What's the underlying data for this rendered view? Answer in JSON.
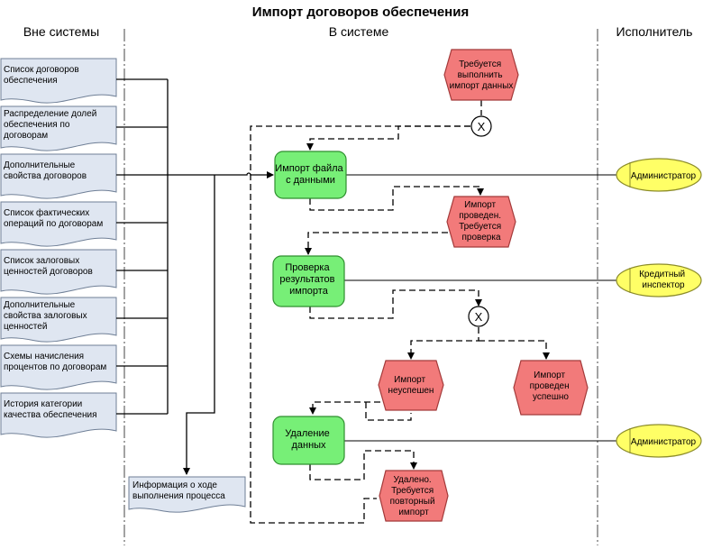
{
  "title": "Импорт договоров обеспечения",
  "lanes": {
    "outside": "Вне системы",
    "inside": "В системе",
    "executor": "Исполнитель"
  },
  "documents": [
    {
      "lines": [
        "Список договоров",
        "обеспечения"
      ]
    },
    {
      "lines": [
        "Распределение долей",
        "обеспечения по",
        "договорам"
      ]
    },
    {
      "lines": [
        "Дополнительные",
        "свойства договоров"
      ]
    },
    {
      "lines": [
        "Список фактических",
        "операций по договорам"
      ]
    },
    {
      "lines": [
        "Список залоговых",
        "ценностей договоров"
      ]
    },
    {
      "lines": [
        "Дополнительные",
        "свойства залоговых",
        "ценностей"
      ]
    },
    {
      "lines": [
        "Схемы начисления",
        "процентов по договорам"
      ]
    },
    {
      "lines": [
        "История категории",
        "качества обеспечения"
      ]
    }
  ],
  "output_document": {
    "lines": [
      "Информация о ходе",
      "выполнения процесса"
    ]
  },
  "functions": {
    "import_file": {
      "lines": [
        "Импорт файла",
        "с данными"
      ]
    },
    "check_results": {
      "lines": [
        "Проверка",
        "результатов",
        "импорта"
      ]
    },
    "delete_data": {
      "lines": [
        "Удаление",
        "данных"
      ]
    }
  },
  "events": {
    "need_import": {
      "lines": [
        "Требуется",
        "выполнить",
        "импорт данных"
      ]
    },
    "imported_need_check": {
      "lines": [
        "Импорт",
        "проведен.",
        "Требуется",
        "проверка"
      ]
    },
    "import_failed": {
      "lines": [
        "Импорт",
        "неуспешен"
      ]
    },
    "import_success": {
      "lines": [
        "Импорт",
        "проведен",
        "успешно"
      ]
    },
    "deleted_need_reimport": {
      "lines": [
        "Удалено.",
        "Требуется",
        "повторный",
        "импорт"
      ]
    }
  },
  "connectors": {
    "xor_label": "X"
  },
  "roles": {
    "admin_1": {
      "lines": [
        "Администратор"
      ]
    },
    "credit_inspector": {
      "lines": [
        "Кредитный",
        "инспектор"
      ]
    },
    "admin_2": {
      "lines": [
        "Администратор"
      ]
    }
  },
  "colors": {
    "event_fill": "#f27a7a",
    "event_stroke": "#a33a3a",
    "function_fill": "#77ef77",
    "function_stroke": "#2f8f2f",
    "doc_fill": "#dfe6f1",
    "doc_stroke": "#6f7f96",
    "role_fill": "#ffff66",
    "role_stroke": "#8c8c2a"
  }
}
